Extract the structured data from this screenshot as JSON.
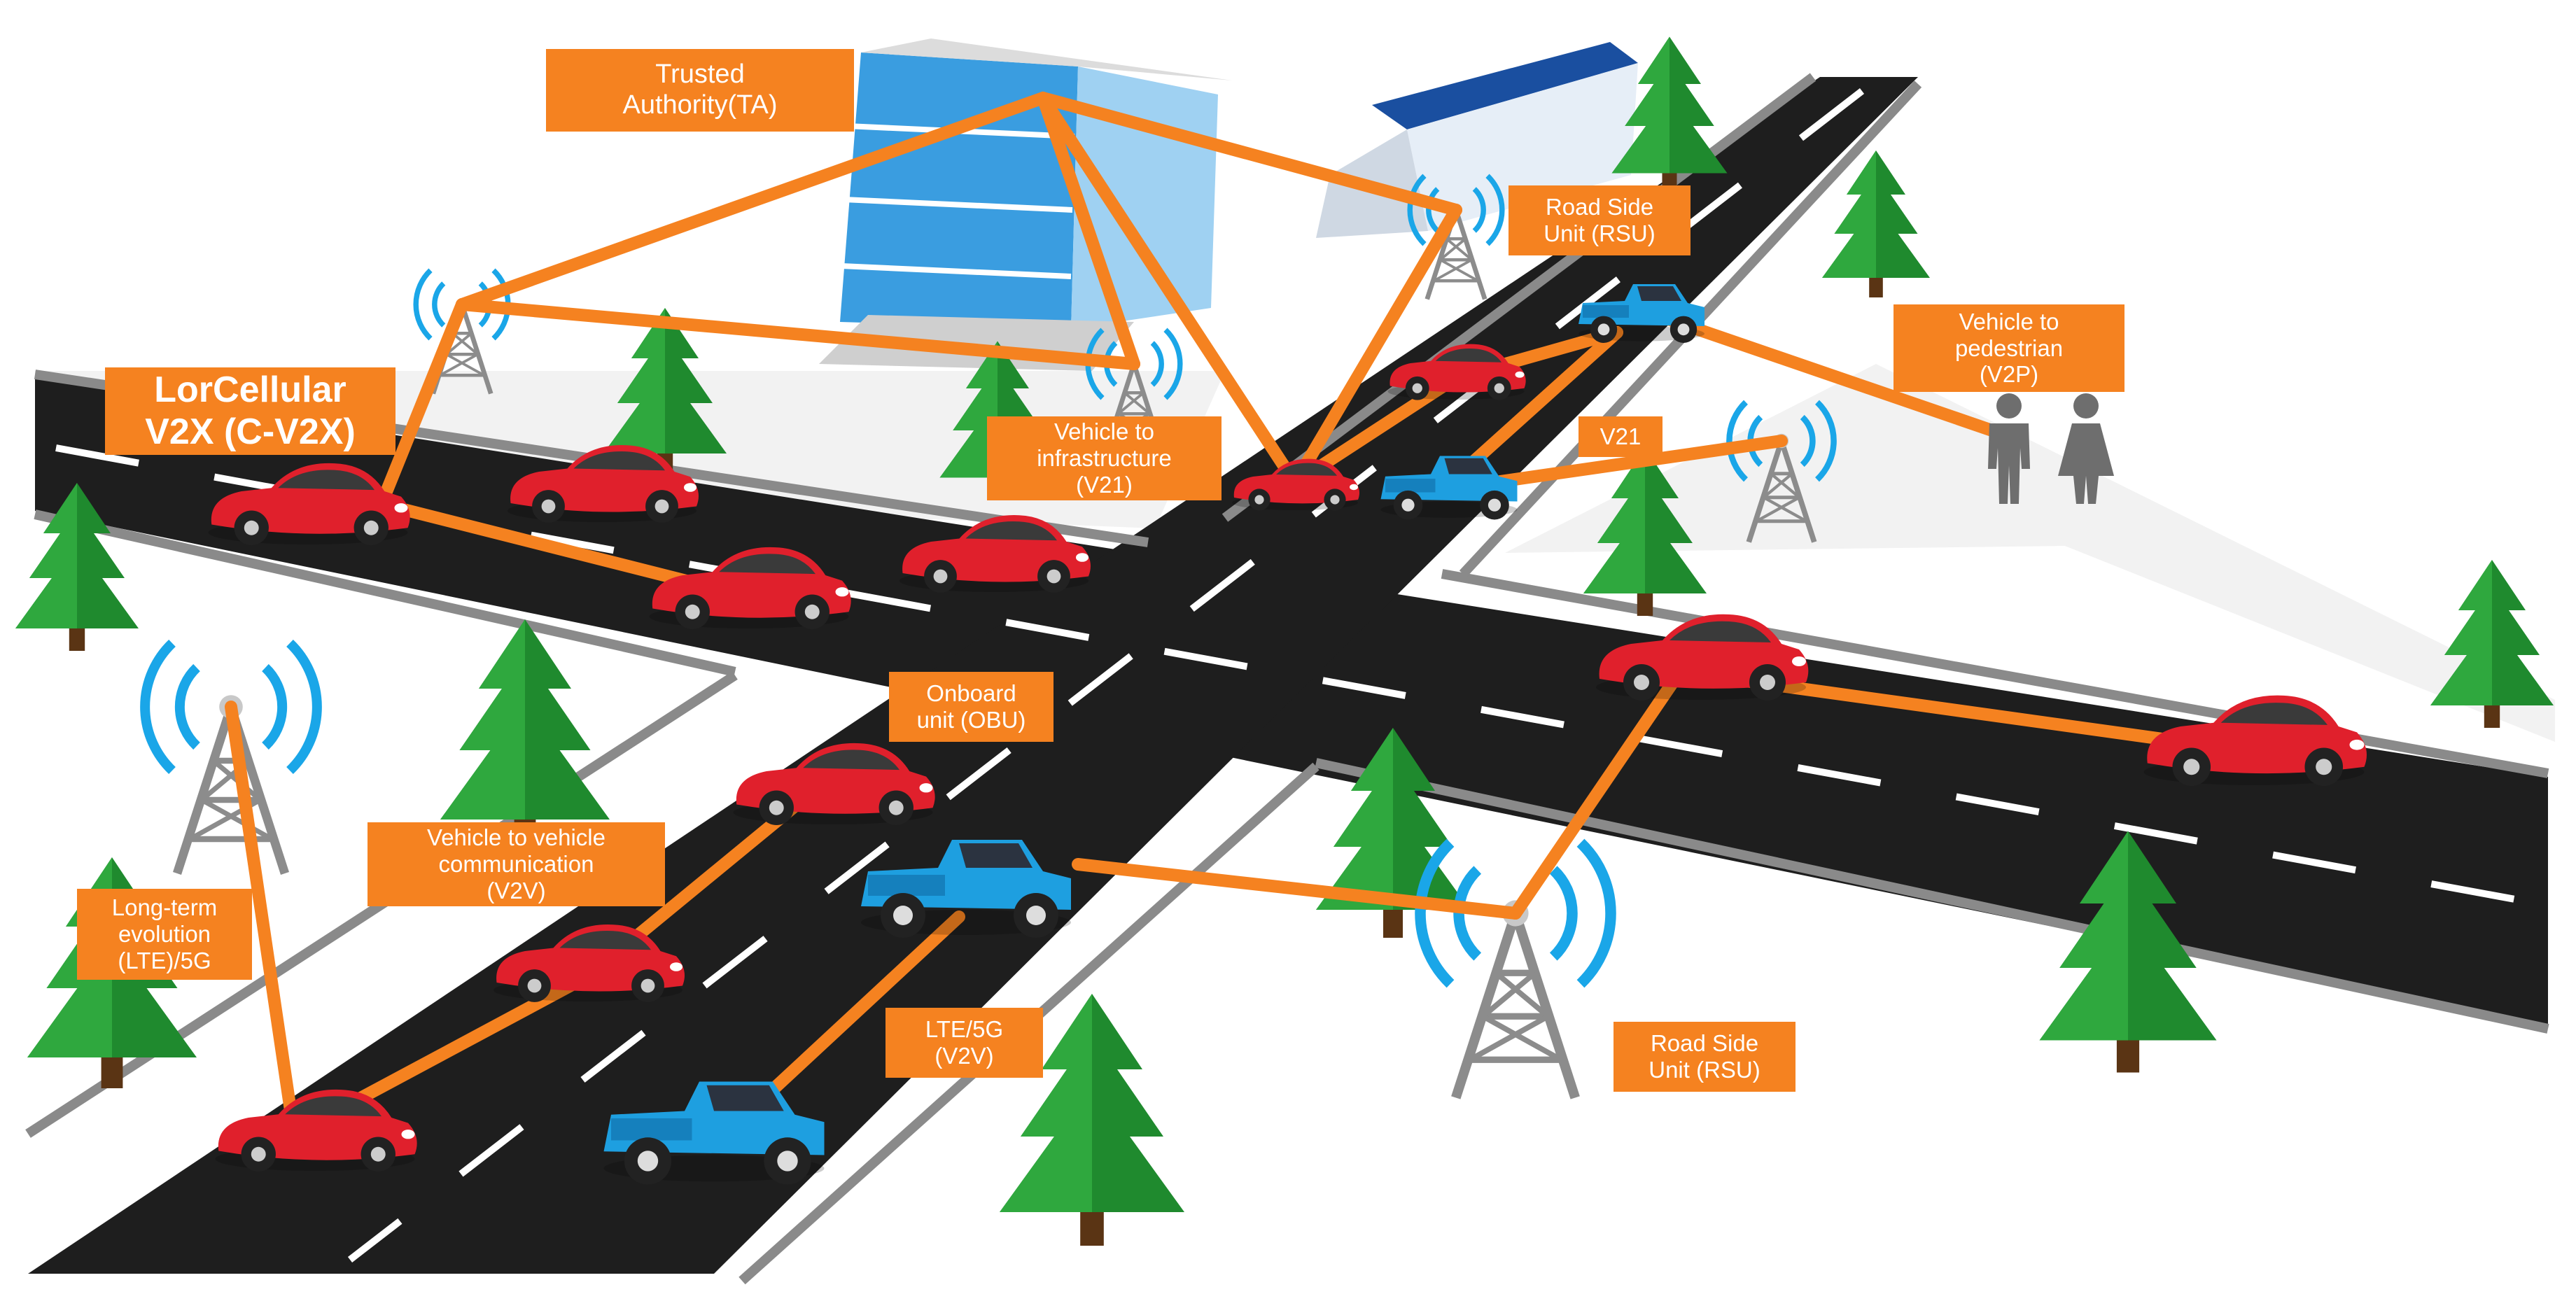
{
  "labels": {
    "trusted_authority": [
      "Trusted",
      "Authority(TA)"
    ],
    "rsu_top": [
      "Road Side",
      "Unit (RSU)"
    ],
    "c_v2x": [
      "LorCellular",
      "V2X (C-V2X)"
    ],
    "v2i": [
      "Vehicle to",
      "infrastructure",
      "(V21)"
    ],
    "v21_short": "V21",
    "v2p": [
      "Vehicle to",
      "pedestrian",
      "(V2P)"
    ],
    "obu": [
      "Onboard",
      "unit (OBU)"
    ],
    "v2v_comm": [
      "Vehicle to vehicle",
      "communication",
      "(V2V)"
    ],
    "lte": [
      "Long-term",
      "evolution",
      "(LTE)/5G"
    ],
    "lte_v2v": [
      "LTE/5G",
      "(V2V)"
    ],
    "rsu_bottom": [
      "Road Side",
      "Unit (RSU)"
    ]
  },
  "colors": {
    "link": "#f58220",
    "label_bg": "#f58220",
    "road": "#1e1e1e",
    "curb": "#8a8a8a",
    "lane_mark": "#ffffff",
    "car_red": "#e0202c",
    "car_blue": "#1e9fe0",
    "tree": "#1f8a2e",
    "tower": "#8c8c8c",
    "signal": "#1aa6e8",
    "building_glass": "#3a9de0"
  },
  "icons": [
    "tower-icon",
    "signal-wave-icon",
    "tree-icon",
    "car-icon",
    "pickup-truck-icon",
    "pedestrian-icon",
    "office-building-icon",
    "warehouse-icon"
  ]
}
